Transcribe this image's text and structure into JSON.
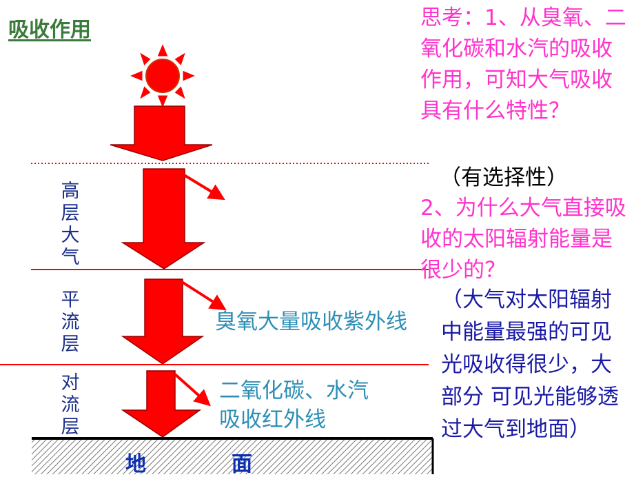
{
  "title": "吸收作用",
  "question1": "思考：1、从臭氧、二氧化碳和水汽的吸收作用，可知大气吸收具有什么特性？",
  "answer1": "（有选择性）",
  "question2": "2、为什么大气直接吸收的太阳辐射能量是很少的？",
  "answer2": "（大气对太阳辐射中能量最强的可见光吸收得很少，大部分 可见光能够透过大气到地面）",
  "layers": {
    "upper": "高层大气",
    "stratosphere": "平流层",
    "troposphere": "对流层"
  },
  "ozone_label": "臭氧大量吸收紫外线",
  "co2_label_line1": "二氧化碳、水汽",
  "co2_label_line2": "吸收红外线",
  "ground": {
    "left": "地",
    "right": "面"
  },
  "colors": {
    "title": "#3a7a3a",
    "question": "#ff33cc",
    "answer1": "#000000",
    "answer2": "#1a1aa6",
    "layer_text": "#1a2f8a",
    "label_blue": "#2e8fb5",
    "arrow": "#ff0000",
    "boundary_line": "#ff0000",
    "ground_text": "#0a2fb0"
  },
  "icons": [
    "sun-icon",
    "ground-hatch"
  ]
}
